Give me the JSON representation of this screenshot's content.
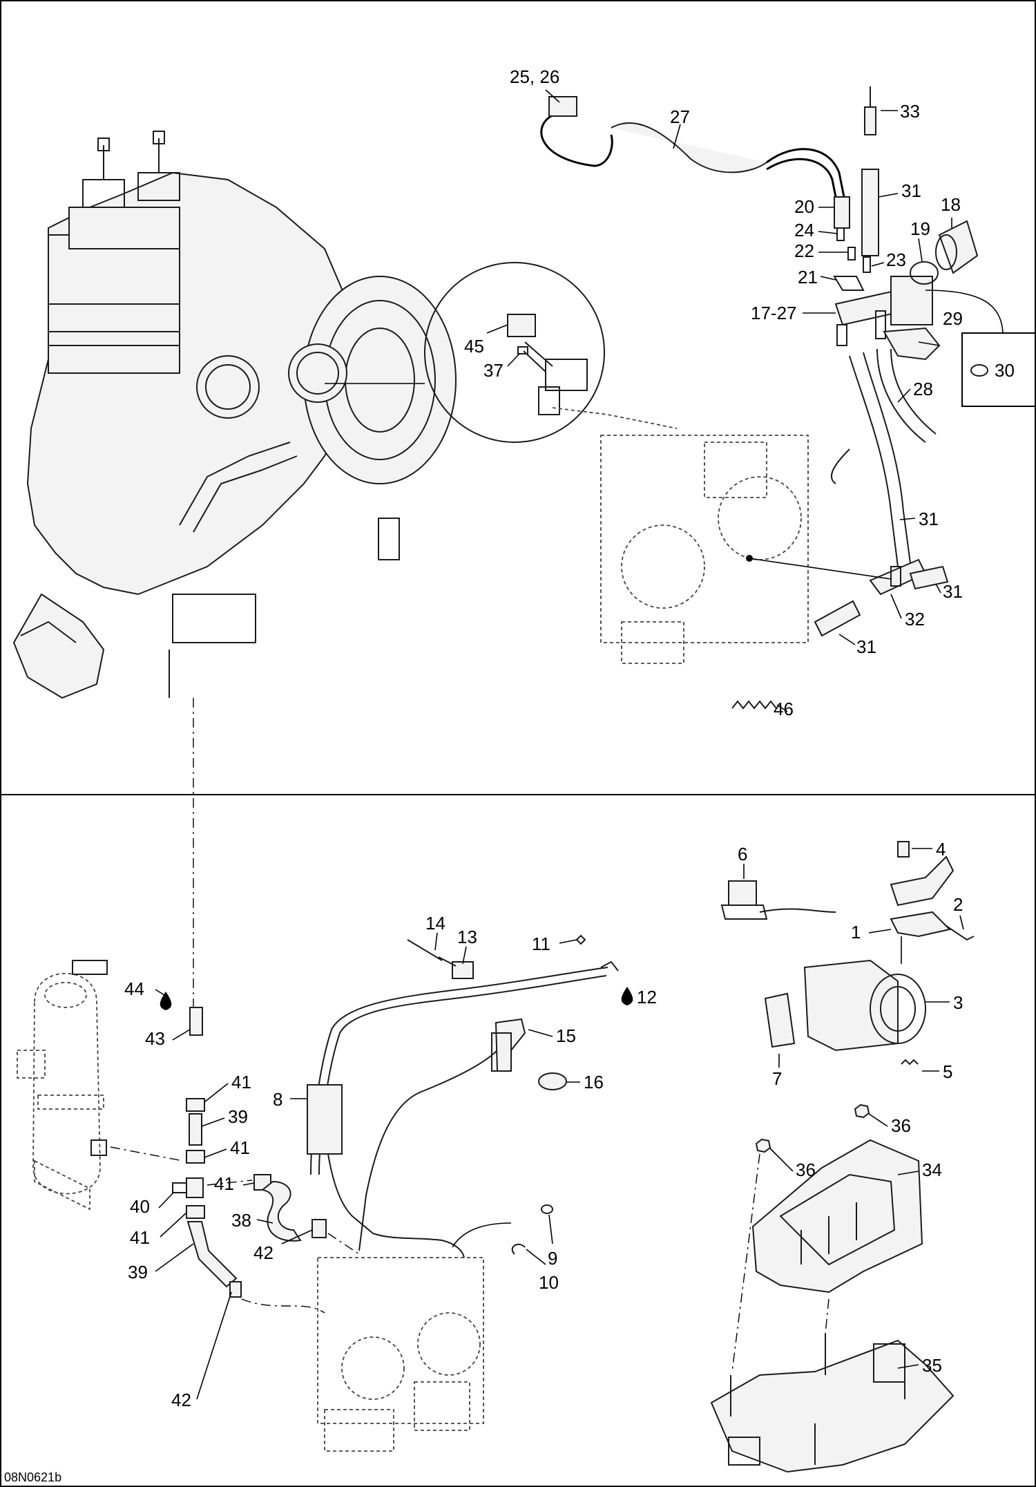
{
  "drawing_code": "08N0621b",
  "callouts": {
    "c2526": "25, 26",
    "c27": "27",
    "c33": "33",
    "c31a": "31",
    "c20": "20",
    "c18": "18",
    "c24": "24",
    "c19": "19",
    "c22": "22",
    "c23": "23",
    "c21": "21",
    "c1727": "17-27",
    "c29": "29",
    "c30": "30",
    "c28": "28",
    "c45": "45",
    "c37": "37",
    "c31b": "31",
    "c31c": "31",
    "c32": "32",
    "c31d": "31",
    "c46": "46",
    "c4": "4",
    "c6": "6",
    "c2": "2",
    "c1": "1",
    "c3": "3",
    "c7": "7",
    "c5": "5",
    "c14": "14",
    "c13": "13",
    "c11": "11",
    "c12": "12",
    "c44": "44",
    "c43": "43",
    "c15": "15",
    "c16": "16",
    "c41a": "41",
    "c39a": "39",
    "c8": "8",
    "c41b": "41",
    "c41c": "41",
    "c40": "40",
    "c38": "38",
    "c41d": "41",
    "c42a": "42",
    "c39b": "39",
    "c42b": "42",
    "c9": "9",
    "c10": "10",
    "c36a": "36",
    "c36b": "36",
    "c34": "34",
    "c35": "35"
  },
  "icons": {
    "oil_drop_44": "oil-drop-icon",
    "oil_drop_12": "oil-drop-icon"
  }
}
